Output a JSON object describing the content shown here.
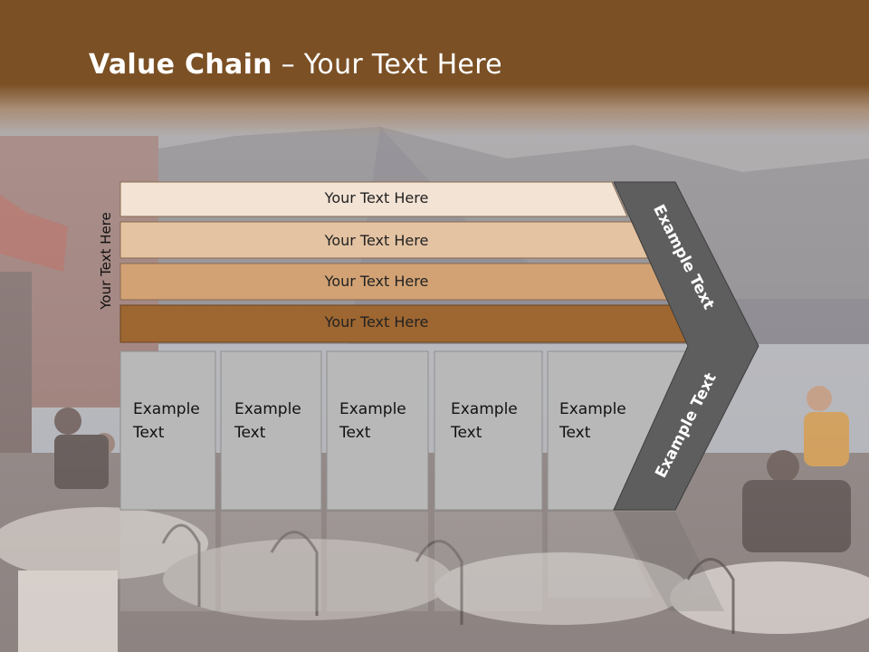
{
  "slide": {
    "title_bold": "Value Chain",
    "title_rest": " – Your Text Here",
    "vertical_label": "Your Text Here",
    "bands": [
      "Your Text Here",
      "Your Text Here",
      "Your Text Here",
      "Your Text Here"
    ],
    "cells": [
      {
        "line1": "Example",
        "line2": "Text"
      },
      {
        "line1": "Example",
        "line2": "Text"
      },
      {
        "line1": "Example",
        "line2": "Text"
      },
      {
        "line1": "Example",
        "line2": "Text"
      },
      {
        "line1": "Example",
        "line2": "Text"
      }
    ],
    "chevron_top": "Example Text",
    "chevron_bottom": "Example Text"
  },
  "colors": {
    "header": "#7b5025",
    "band1": "#f2e3d4",
    "band2": "#e4c3a2",
    "band3": "#d2a274",
    "band4": "#9e6631",
    "cell": "#b8b8b8",
    "chevron": "#5e5e5e"
  }
}
